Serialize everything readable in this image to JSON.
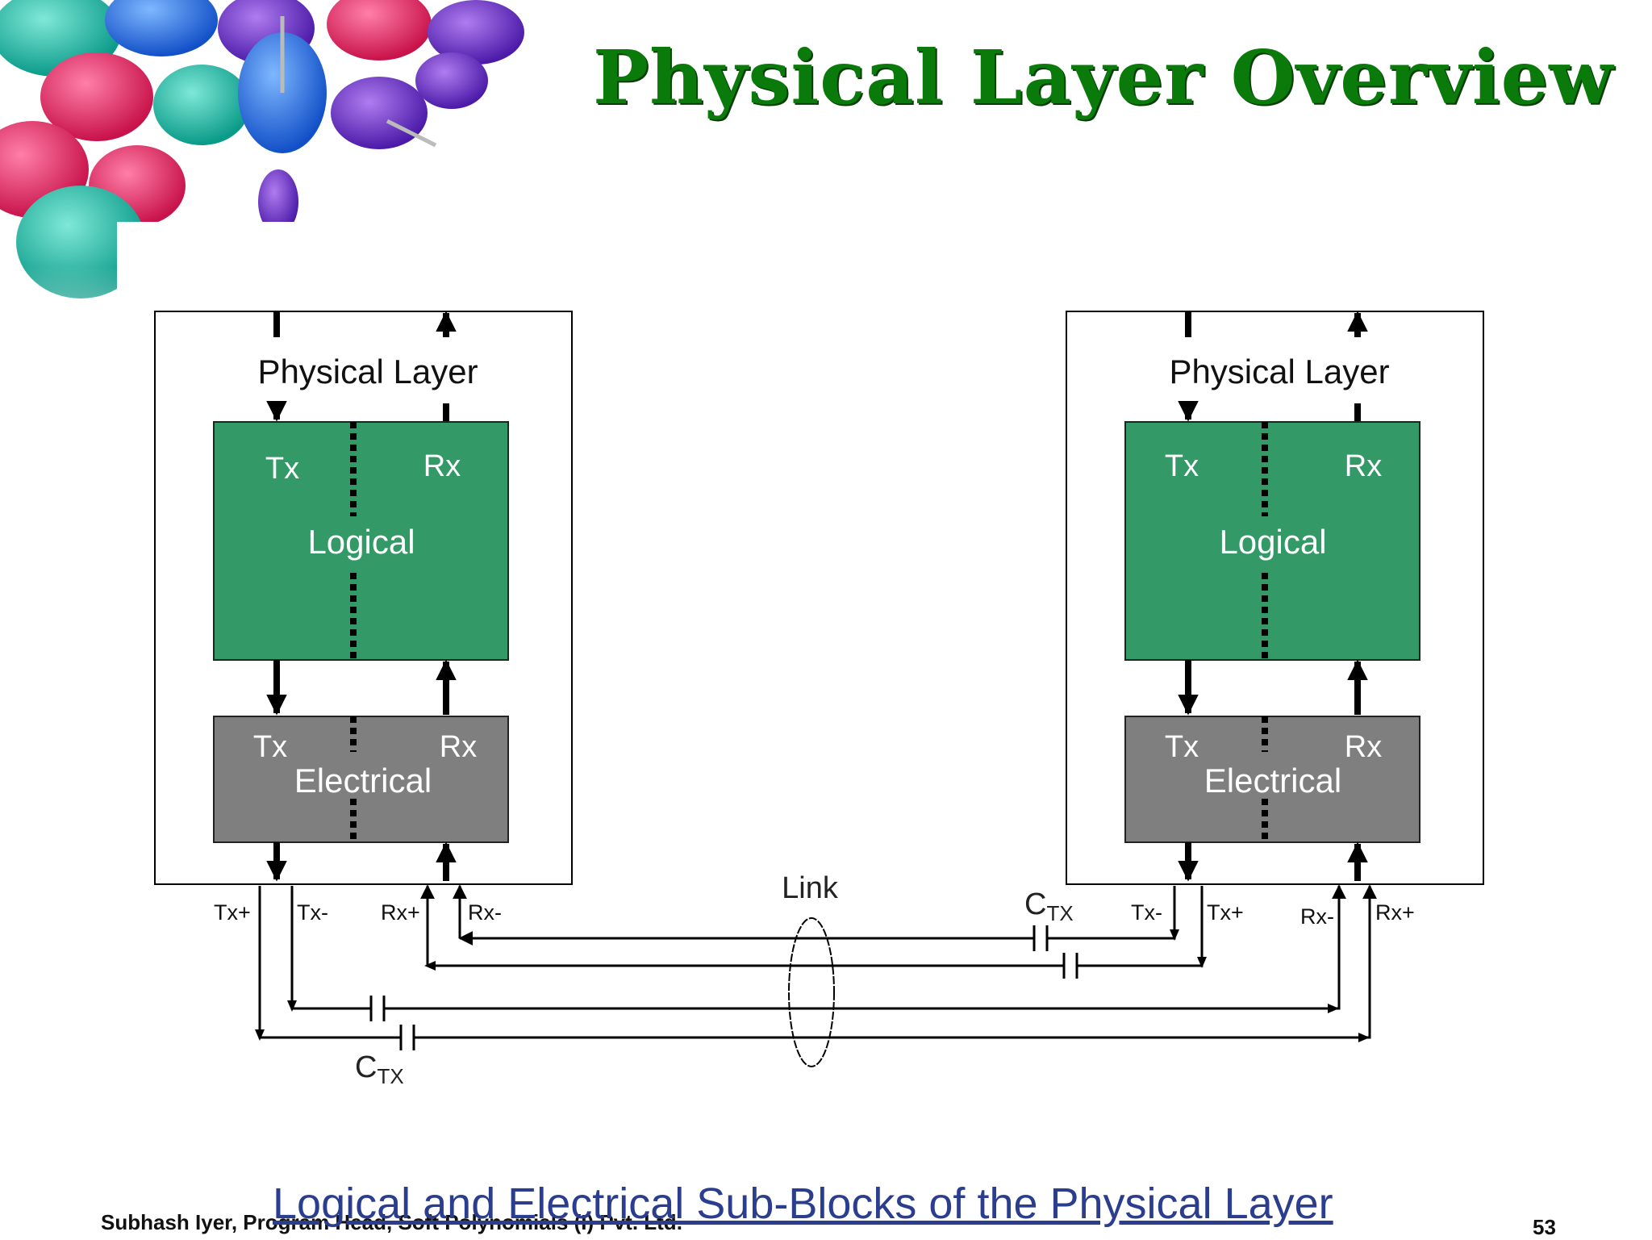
{
  "slide": {
    "title": "Physical Layer Overview",
    "caption": "Logical and Electrical Sub-Blocks of the Physical Layer",
    "footer": "Subhash Iyer, Program Head, Soft Polynomials (I) Pvt. Ltd.",
    "page_number": "53"
  },
  "diagram": {
    "left_device": {
      "title": "Physical Layer",
      "logical": {
        "tx": "Tx",
        "rx": "Rx",
        "name": "Logical"
      },
      "electrical": {
        "tx": "Tx",
        "rx": "Rx",
        "name": "Electrical"
      },
      "pins": {
        "tx_plus": "Tx+",
        "tx_minus": "Tx-",
        "rx_plus": "Rx+",
        "rx_minus": "Rx-"
      }
    },
    "right_device": {
      "title": "Physical Layer",
      "logical": {
        "tx": "Tx",
        "rx": "Rx",
        "name": "Logical"
      },
      "electrical": {
        "tx": "Tx",
        "rx": "Rx",
        "name": "Electrical"
      },
      "pins": {
        "tx_minus": "Tx-",
        "tx_plus": "Tx+",
        "rx_minus": "Rx-",
        "rx_plus": "Rx+"
      }
    },
    "link_label": "Link",
    "capacitor_label": {
      "main": "C",
      "sub": "TX"
    },
    "colors": {
      "logical": "#339966",
      "electrical": "#7f7f7f",
      "line": "#000000"
    }
  },
  "decor": {
    "image": "push-pins-photo-icon"
  }
}
